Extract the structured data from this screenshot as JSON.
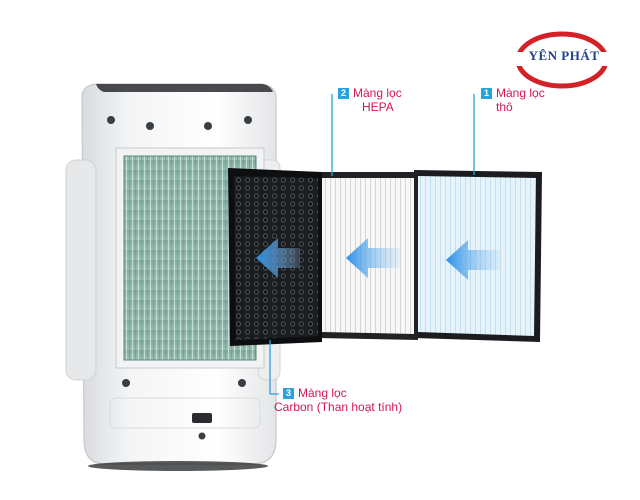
{
  "logo": {
    "text": "YÊN PHÁT",
    "colors": {
      "ring": "#d42027",
      "text": "#1f3f8f"
    }
  },
  "filters": [
    {
      "number": "1",
      "line1": "Màng lọc",
      "line2": "thô",
      "kind": "pre-filter"
    },
    {
      "number": "2",
      "line1": "Màng lọc",
      "line2": "HEPA",
      "kind": "hepa"
    },
    {
      "number": "3",
      "line1": "Màng lọc",
      "line2": "Carbon (Than hoạt tính)",
      "kind": "carbon"
    }
  ],
  "colors": {
    "label_text": "#d4145a",
    "badge": "#29a3dc",
    "leader_line": "#29a3dc",
    "arrow": "#2f8fe0"
  },
  "icons": {
    "flow_arrow": "arrow-left-icon"
  }
}
